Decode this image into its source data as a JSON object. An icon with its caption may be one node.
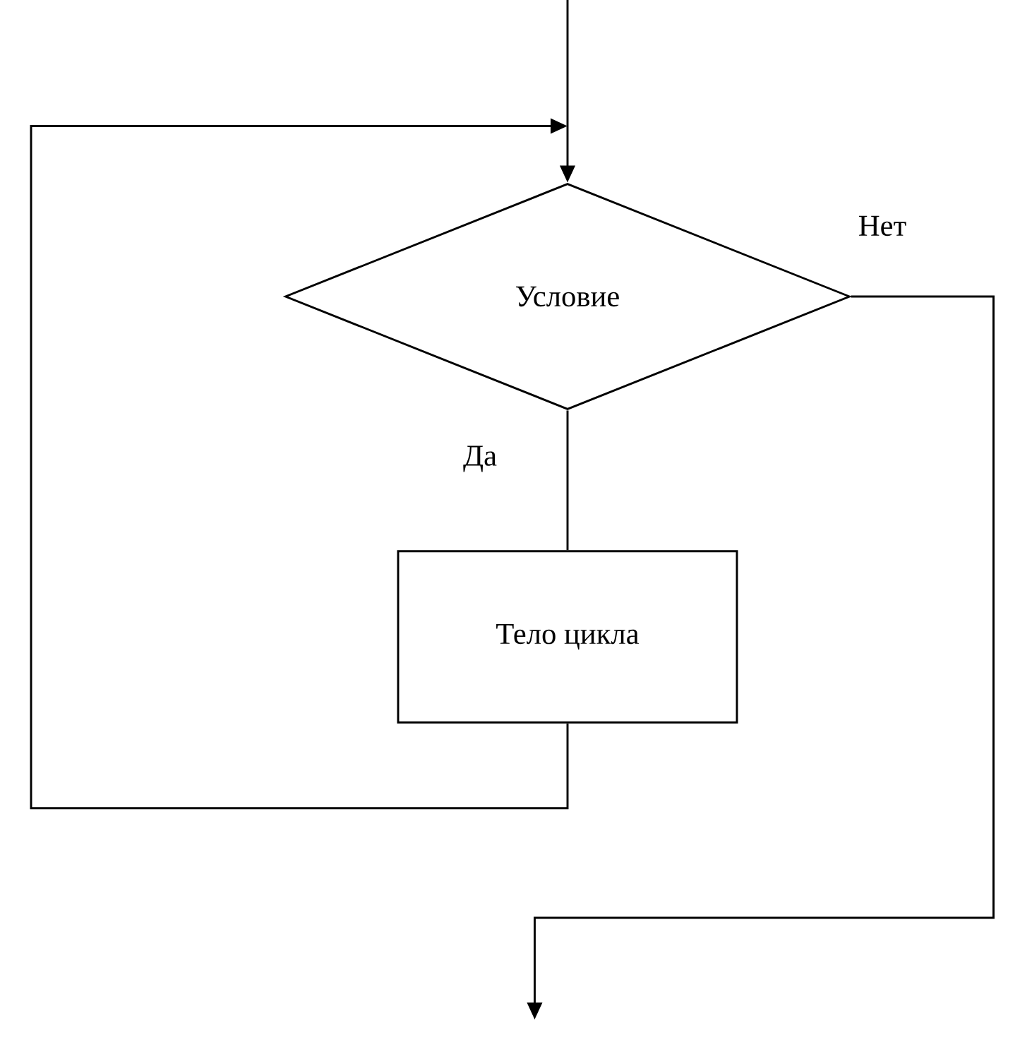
{
  "diagram": {
    "nodes": [
      {
        "text": [
          "Условие"
        ]
      },
      {
        "text": [
          "Тело цикла"
        ]
      }
    ],
    "edges": [
      {
        "from": null,
        "to": 0,
        "arrow": "to"
      },
      {
        "from": 0,
        "to": 1,
        "arrow": "none",
        "label": "Да"
      },
      {
        "from": 1,
        "to": 0,
        "arrow": "to"
      },
      {
        "from": 0,
        "to": null,
        "arrow": "to",
        "label": "Нет"
      }
    ]
  }
}
